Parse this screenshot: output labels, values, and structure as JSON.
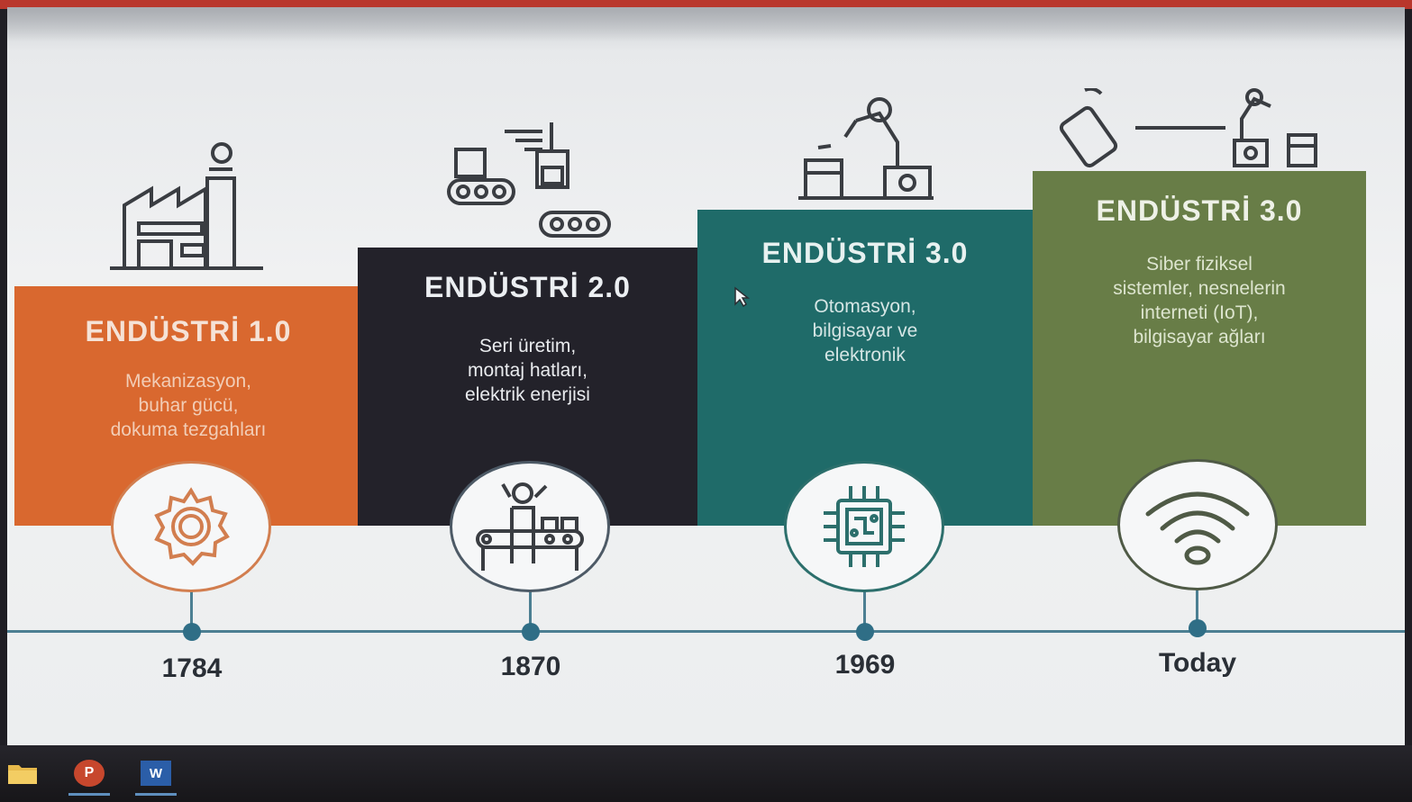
{
  "slide": {
    "stages": [
      {
        "title": "ENDÜSTRİ 1.0",
        "desc": "Mekanizasyon,\nbuhar gücü,\ndokuma tezgahları",
        "year": "1784",
        "color": "#d9682f",
        "icon": "gear-icon",
        "top_icon": "factory-icon"
      },
      {
        "title": "ENDÜSTRİ 2.0",
        "desc": "Seri üretim,\nmontaj hatları,\nelektrik enerjisi",
        "year": "1870",
        "color": "#23222a",
        "icon": "assembly-worker-icon",
        "top_icon": "conveyor-icon"
      },
      {
        "title": "ENDÜSTRİ 3.0",
        "desc": "Otomasyon,\nbilgisayar ve\nelektronik",
        "year": "1969",
        "color": "#1f6b69",
        "icon": "chip-icon",
        "top_icon": "robot-arm-icon"
      },
      {
        "title": "ENDÜSTRİ 3.0",
        "desc": "Siber fiziksel\nsistemler, nesnelerin\ninterneti (IoT),\nbilgisayar ağları",
        "year": "Today",
        "color": "#687d47",
        "icon": "wifi-icon",
        "top_icon": "phone-robot-icon"
      }
    ]
  },
  "taskbar": {
    "apps": [
      {
        "name": "File Explorer",
        "icon": "folder-icon"
      },
      {
        "name": "PowerPoint",
        "icon": "powerpoint-icon",
        "glyph": "P"
      },
      {
        "name": "Word",
        "icon": "word-icon",
        "glyph": "W"
      }
    ]
  },
  "colors": {
    "timeline": "#4c7f92",
    "taskbar": "#1c1b20"
  }
}
